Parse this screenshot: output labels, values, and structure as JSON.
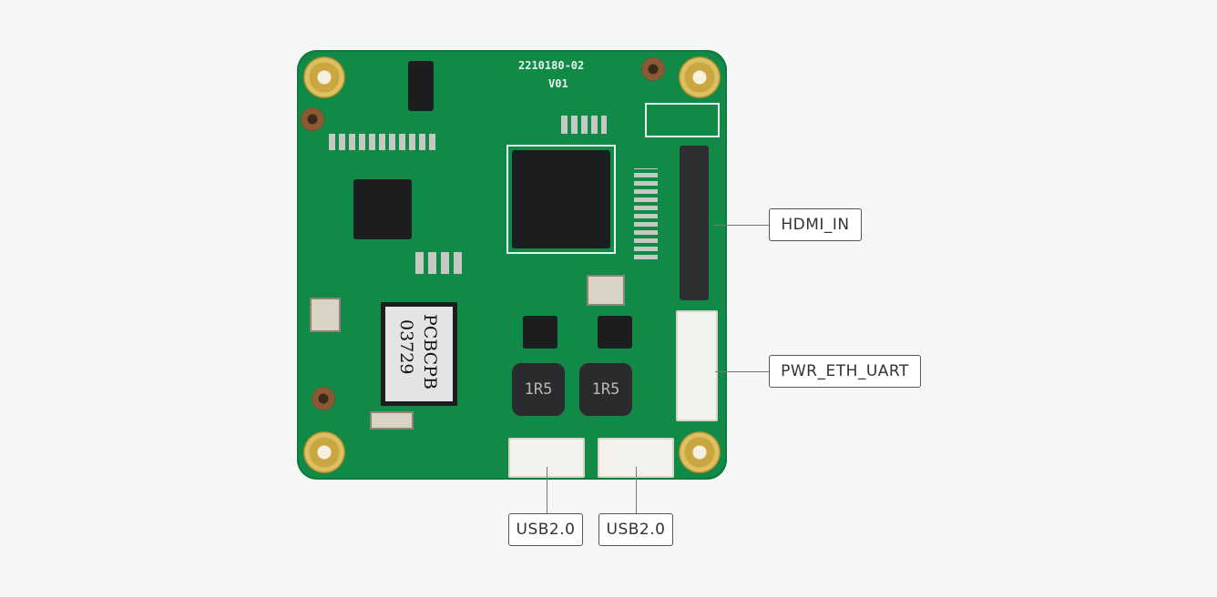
{
  "board": {
    "silkscreen_part_number": "2210180-02",
    "silkscreen_version": "V01",
    "chip_label_line1": "PCBCPB",
    "chip_label_line2": "03729",
    "inductor_marking": "1R5"
  },
  "callouts": {
    "hdmi_in": "HDMI_IN",
    "pwr_eth_uart": "PWR_ETH_UART",
    "usb_left": "USB2.0",
    "usb_right": "USB2.0"
  }
}
